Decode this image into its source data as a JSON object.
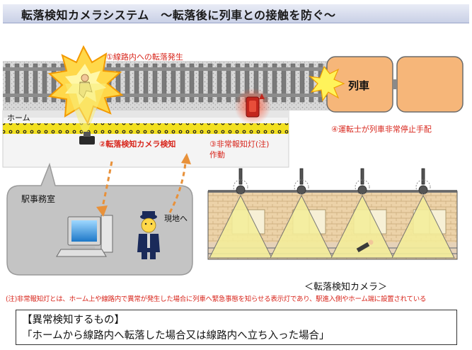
{
  "header": {
    "title": "転落検知カメラシステム　～転落後に列車との接触を防ぐ～"
  },
  "labels": {
    "step1": "①線路内への転落発生",
    "train": "列車",
    "platform": "ホーム",
    "step2": "②転落検知カメラ検知",
    "step3_line1": "③非常報知灯(注)",
    "step3_line2": "作動",
    "step4": "④運転士が列車非常停止手配",
    "station_office": "駅事務室",
    "to_site": "現地へ",
    "camera_caption": "＜転落検知カメラ＞"
  },
  "footnote": "(注)非常報知灯とは、ホーム上や線路内で異常が発生した場合に列車へ緊急事態を知らせる表示灯であり、駅進入側やホーム端に設置されている",
  "detection_box": {
    "heading": "【異常検知するもの】",
    "body": "「ホームから線路内へ転落した場合又は線路内へ立ち入った場合」"
  },
  "colors": {
    "title_bar": "#c9d0e6",
    "accent_red": "#d8261c",
    "train": "#f6b679",
    "light_cone": "#f4ee9a",
    "tactile_strip": "#f2e020",
    "arrow": "#e8913a"
  },
  "icons": [
    "explosion-icon",
    "fallen-person-icon",
    "warning-lamp-icon",
    "camera-icon",
    "computer-icon",
    "station-staff-icon",
    "speech-bubble"
  ]
}
